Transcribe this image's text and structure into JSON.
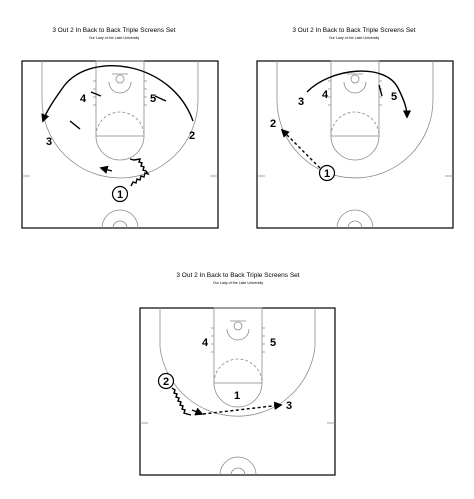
{
  "panels": [
    {
      "title": "3 Out 2 In Back to Back Triple Screens Set",
      "subtitle": "Our Lady of the Lake University",
      "players": [
        "1",
        "2",
        "3",
        "4",
        "5"
      ]
    },
    {
      "title": "3 Out 2 In Back to Back Triple Screens Set",
      "subtitle": "Our Lady of the Lake University",
      "players": [
        "1",
        "2",
        "3",
        "4",
        "5"
      ]
    },
    {
      "title": "3 Out 2 In Back to Back Triple Screens Set",
      "subtitle": "Our Lady of the Lake University",
      "players": [
        "1",
        "2",
        "3",
        "4",
        "5"
      ]
    }
  ],
  "colors": {
    "court_line": "#8c8c8c",
    "ink": "#000000",
    "background": "#ffffff"
  }
}
